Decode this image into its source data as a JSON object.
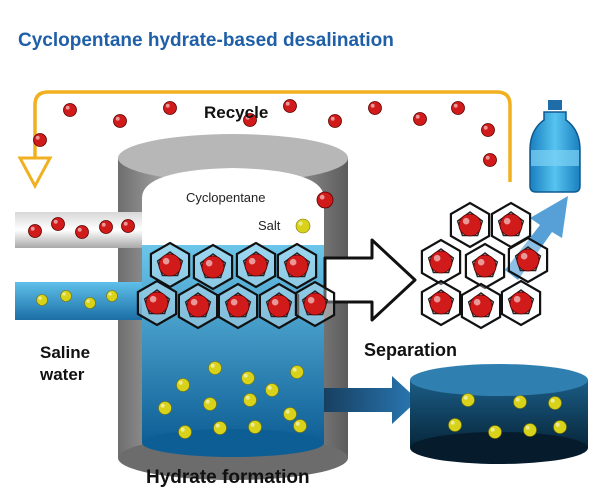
{
  "diagram": {
    "title": "Cyclopentane hydrate-based desalination",
    "labels": {
      "recycle": "Recycle",
      "saline_water_line1": "Saline",
      "saline_water_line2": "water",
      "separation": "Separation",
      "hydrate_formation": "Hydrate formation"
    },
    "legend": {
      "cyclopentane": "Cyclopentane",
      "salt": "Salt"
    },
    "colors": {
      "title": "#1f5fa8",
      "cyclopentane": "#d11a1a",
      "salt": "#d8d21a",
      "recycle_arrow": "#f0b020",
      "water": "#1e8fc8",
      "tank_metal": "#9a9a9a",
      "bottle": "#2aa6de"
    },
    "icons": [
      "plastic-bottle-icon",
      "hydrate-cage-icon",
      "arrow-right-icon"
    ]
  }
}
